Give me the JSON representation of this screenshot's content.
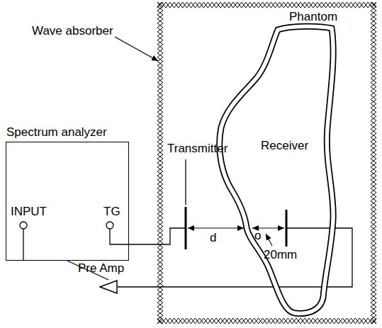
{
  "diagram": {
    "nodes": [
      {
        "text": [
          "Spectrum analyzer",
          "INPUT",
          "TG"
        ]
      },
      {
        "text": [
          "Phantom",
          "Receiver"
        ]
      },
      {
        "text": [
          "Pre Amp"
        ]
      }
    ],
    "edges": [
      {
        "from": 2,
        "to": 0,
        "arrow": "none"
      }
    ],
    "labels": [
      "Wave absorber",
      "Transmitter",
      "d",
      "o",
      "20mm"
    ]
  }
}
